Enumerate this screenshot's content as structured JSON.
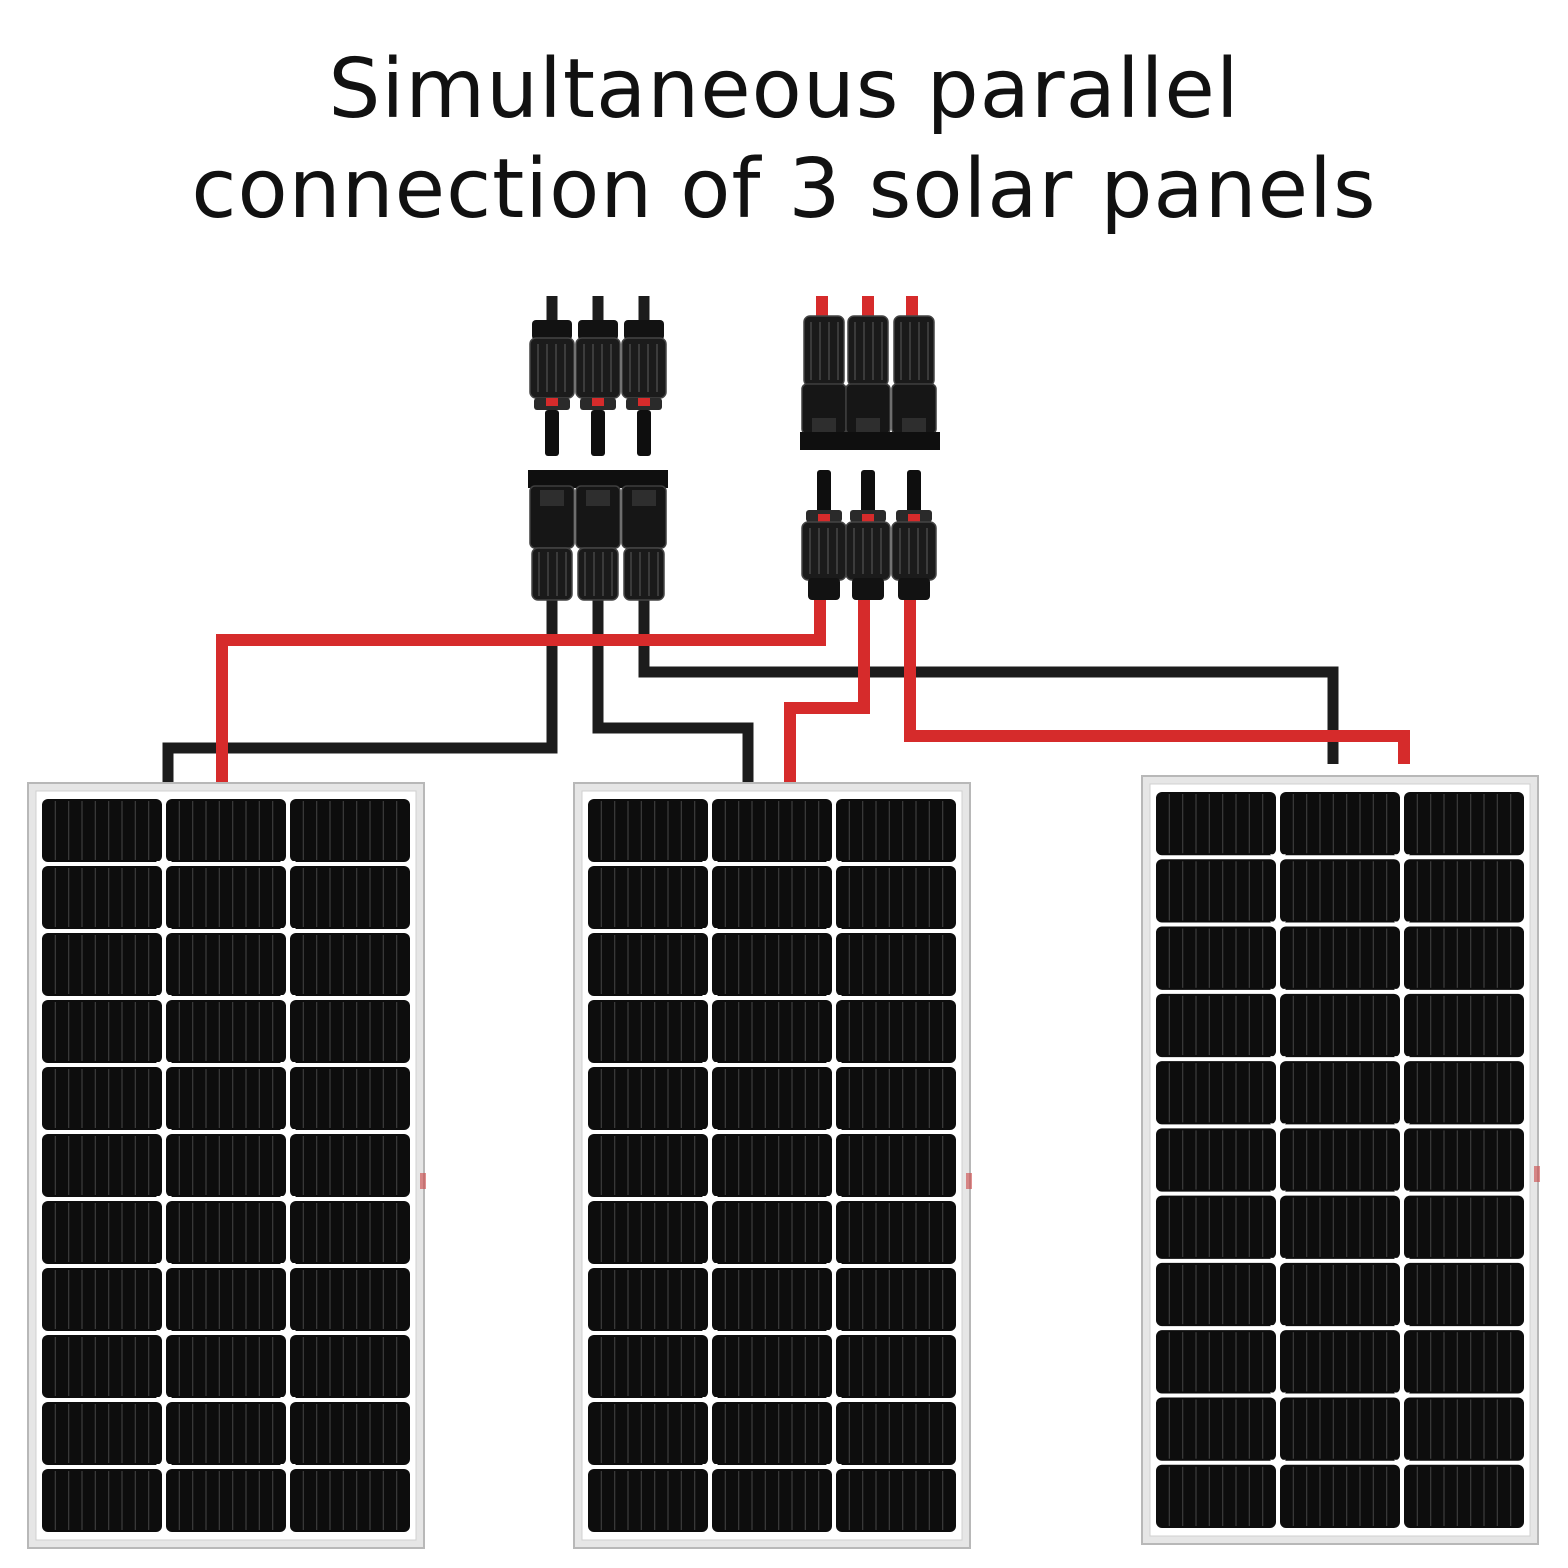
{
  "title": {
    "line1": "Simultaneous parallel",
    "line2": "connection of 3 solar panels"
  },
  "colors": {
    "background": "#ffffff",
    "positive_cable": "#d62b2b",
    "negative_cable": "#1c1c1c",
    "panel_frame": "#e6e6e6",
    "panel_cell": "#0d0d0d",
    "connector": "#121212"
  },
  "diagram": {
    "panels": [
      {
        "id": "panel-left"
      },
      {
        "id": "panel-middle"
      },
      {
        "id": "panel-right"
      }
    ],
    "panel_cell_rows": 11,
    "panel_cell_columns": 3,
    "branch_connectors": [
      {
        "id": "negative-branch-connector",
        "polarity": "negative",
        "ports": 3
      },
      {
        "id": "positive-branch-connector",
        "polarity": "positive",
        "ports": 3
      }
    ]
  }
}
